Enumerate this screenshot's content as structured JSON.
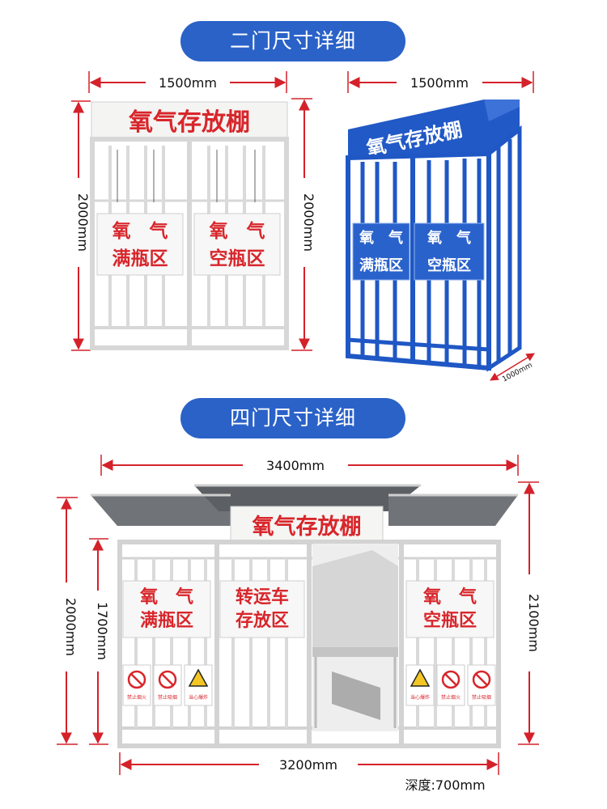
{
  "headers": {
    "two_door": "二门尺寸详细",
    "four_door": "四门尺寸详细"
  },
  "two_door_white": {
    "width": "1500mm",
    "height_left": "2000mm",
    "height_right": "2000mm",
    "banner": "氧气存放棚",
    "left_sign": [
      "氧　气",
      "满瓶区"
    ],
    "right_sign": [
      "氧　气",
      "空瓶区"
    ]
  },
  "two_door_blue": {
    "width": "1500mm",
    "depth": "1000mm",
    "banner": "氧气存放棚",
    "left_sign": [
      "氧　气",
      "满瓶区"
    ],
    "right_sign": [
      "氧　气",
      "空瓶区"
    ]
  },
  "four_door": {
    "top_width": "3400mm",
    "bottom_width": "3200mm",
    "outer_height_left": "2000mm",
    "inner_height_left": "1700mm",
    "height_right": "2100mm",
    "depth_note": "深度:700mm",
    "banner": "氧气存放棚",
    "sign_full": [
      "氧　气",
      "满瓶区"
    ],
    "sign_cart": [
      "转运车",
      "存放区"
    ],
    "sign_empty": [
      "氧　气",
      "空瓶区"
    ],
    "warning_labels": [
      "禁止烟火",
      "禁止吸烟",
      "当心爆炸"
    ]
  },
  "colors": {
    "header_blue": "#2a62c8",
    "sign_red": "#d8262b",
    "cage_blue": "#1f57c5",
    "dimension_red": "#d4212a"
  }
}
